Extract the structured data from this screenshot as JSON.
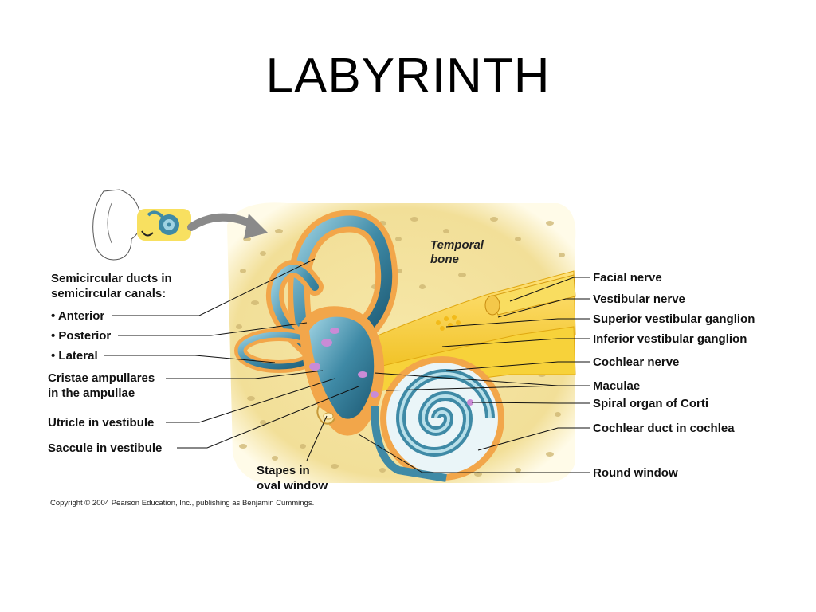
{
  "slide": {
    "title": "LABYRINTH"
  },
  "figure": {
    "bone_label": [
      "Temporal",
      "bone"
    ],
    "left_labels": {
      "semicircular_heading": [
        "Semicircular ducts in",
        "semicircular canals:"
      ],
      "anterior": "• Anterior",
      "posterior": "• Posterior",
      "lateral": "• Lateral",
      "cristae": [
        "Cristae ampullares",
        "in the ampullae"
      ],
      "utricle": "Utricle in vestibule",
      "saccule": "Saccule in vestibule"
    },
    "bottom_labels": {
      "stapes": [
        "Stapes in",
        "oval window"
      ]
    },
    "right_labels": {
      "facial_nerve": "Facial nerve",
      "vestibular_nerve": "Vestibular nerve",
      "superior_ganglion": "Superior vestibular ganglion",
      "inferior_ganglion": "Inferior vestibular ganglion",
      "cochlear_nerve": "Cochlear nerve",
      "maculae": "Maculae",
      "spiral_organ": "Spiral organ of Corti",
      "cochlear_duct": "Cochlear duct in cochlea",
      "round_window": "Round window"
    },
    "copyright": "Copyright © 2004 Pearson Education, Inc., publishing as Benjamin Cummings.",
    "colors": {
      "bone": "#f3e3a0",
      "bone_pores": "#cdb570",
      "canal_outer": "#f2a64a",
      "duct_fill": "#3f8aa6",
      "duct_highlight": "#9fd3e3",
      "nerve": "#f7cf2a",
      "hair_cells": "#c98bd6",
      "arrow": "#8a8a8a"
    }
  }
}
